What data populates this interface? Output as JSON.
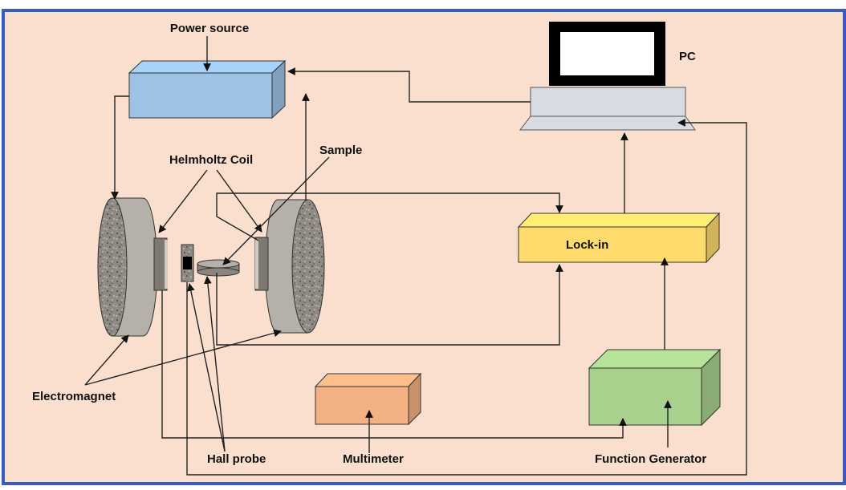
{
  "diagram": {
    "labels": {
      "power_source": "Power source",
      "pc": "PC",
      "helmholtz_coil": "Helmholtz Coil",
      "sample": "Sample",
      "lock_in": "Lock-in",
      "electromagnet": "Electromagnet",
      "hall_probe": "Hall probe",
      "multimeter": "Multimeter",
      "function_generator": "Function Generator"
    },
    "colors": {
      "background": "#fadfcf",
      "border": "#3a5bbf",
      "power_source": "#9cc3e6",
      "lock_in": "#fedb6b",
      "multimeter": "#f4b183",
      "function_generator": "#a9d18e",
      "magnet": "#8a8580",
      "pc_screen": "#000000",
      "pc_base": "#d9dbe2"
    }
  }
}
